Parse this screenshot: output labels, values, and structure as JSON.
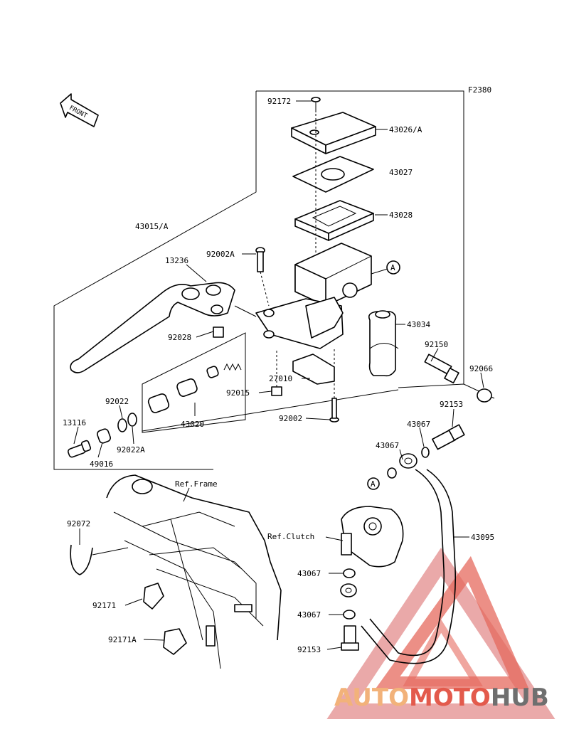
{
  "diagram_code": "F2380",
  "front_label": "FRONT",
  "ref_marker": "A",
  "parts": {
    "p92172": "92172",
    "p43026A": "43026/A",
    "p43027": "43027",
    "p43028": "43028",
    "p43015A": "43015/A",
    "p92002A": "92002A",
    "p13236": "13236",
    "p43034": "43034",
    "p92150": "92150",
    "p92028": "92028",
    "p92066": "92066",
    "p92022": "92022",
    "p92015": "92015",
    "p27010": "27010",
    "p92153a": "92153",
    "p43067a": "43067",
    "p13116": "13116",
    "p92022A": "92022A",
    "p43020": "43020",
    "p92002": "92002",
    "p43067b": "43067",
    "p49016": "49016",
    "refFrame": "Ref.Frame",
    "p92072": "92072",
    "refClutch": "Ref.Clutch",
    "p43095": "43095",
    "p43067c": "43067",
    "p92171": "92171",
    "p43067d": "43067",
    "p92171A": "92171A",
    "p92153b": "92153"
  },
  "watermark": {
    "part1": "AUTO",
    "part2": "MOTO",
    "part3": "HUB",
    "color1": "#f2b27a",
    "color2": "#e35a4c",
    "color3": "#6f6f6f"
  }
}
